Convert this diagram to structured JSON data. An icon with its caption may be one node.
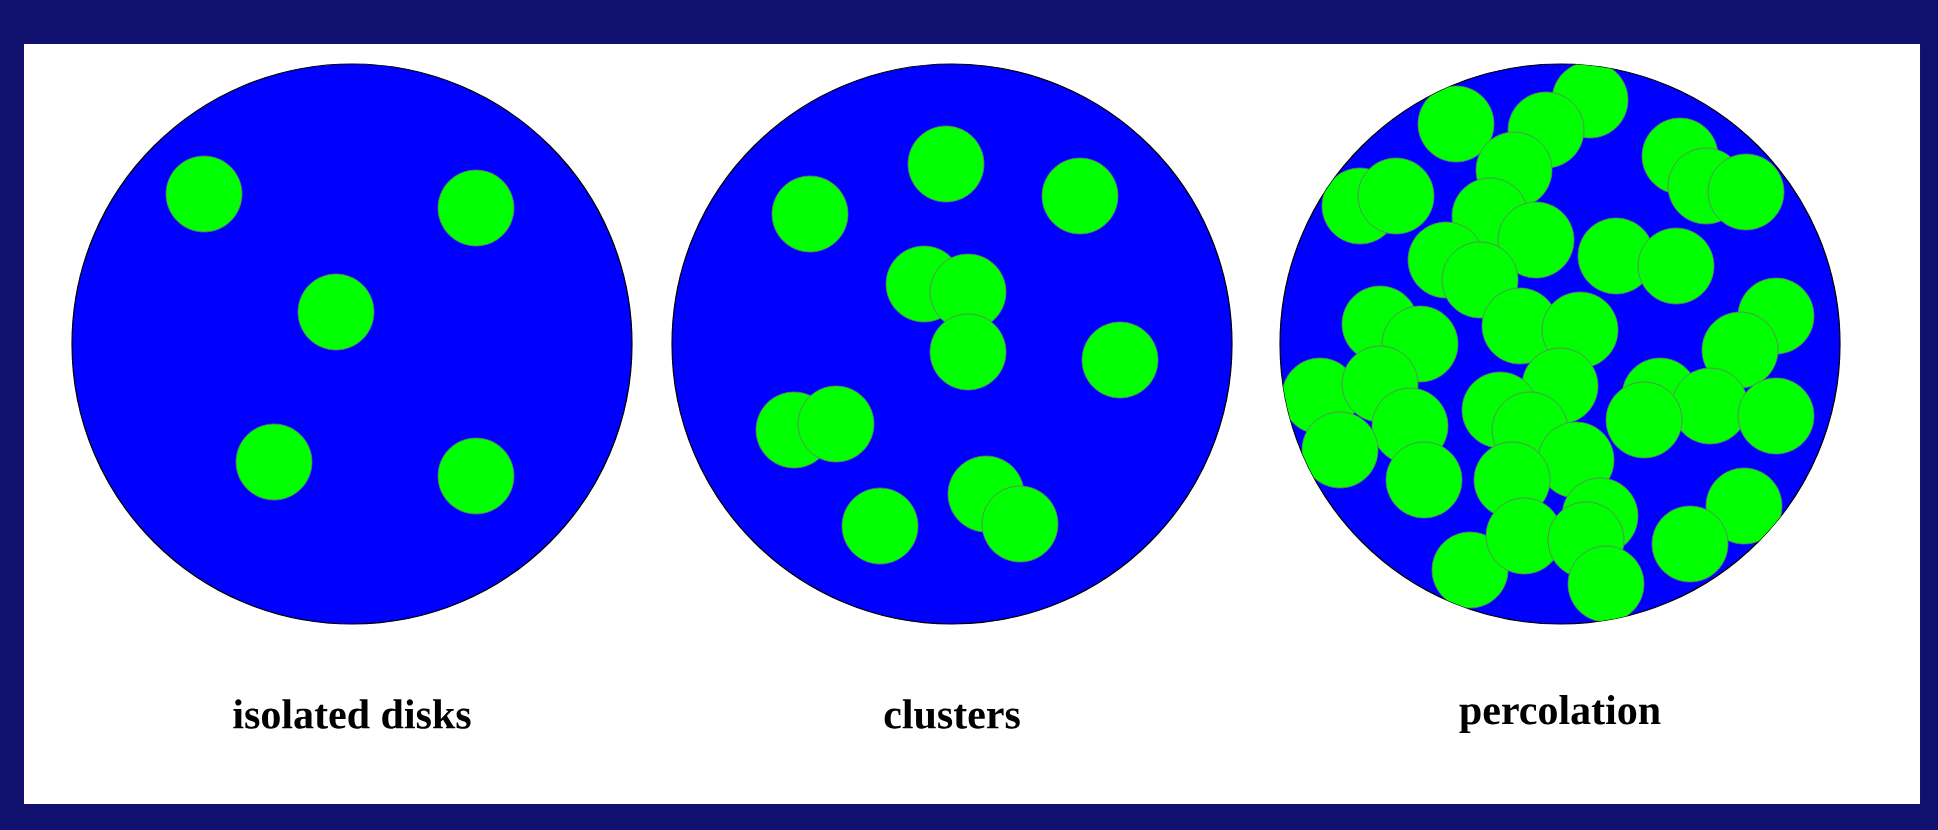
{
  "diagram": {
    "nodes": [
      {
        "text": [
          "isolated disks"
        ]
      },
      {
        "text": [
          "clusters"
        ]
      },
      {
        "text": [
          "percolation"
        ]
      }
    ]
  }
}
